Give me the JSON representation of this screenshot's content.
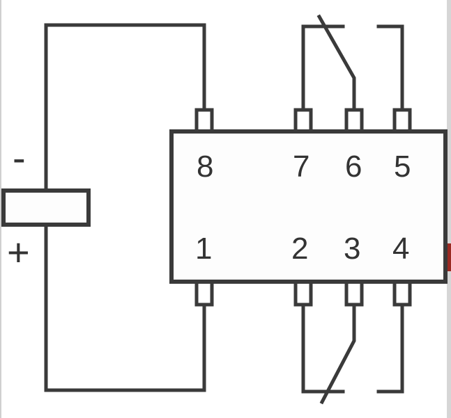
{
  "diagram": {
    "pins": {
      "p1": "1",
      "p2": "2",
      "p3": "3",
      "p4": "4",
      "p5": "5",
      "p6": "6",
      "p7": "7",
      "p8": "8"
    },
    "coil": {
      "minus": "-",
      "plus": "+"
    },
    "colors": {
      "stroke": "#3a3a3a",
      "text": "#333333",
      "background": "#ffffff",
      "edge_accent": "#9a2a22"
    }
  }
}
